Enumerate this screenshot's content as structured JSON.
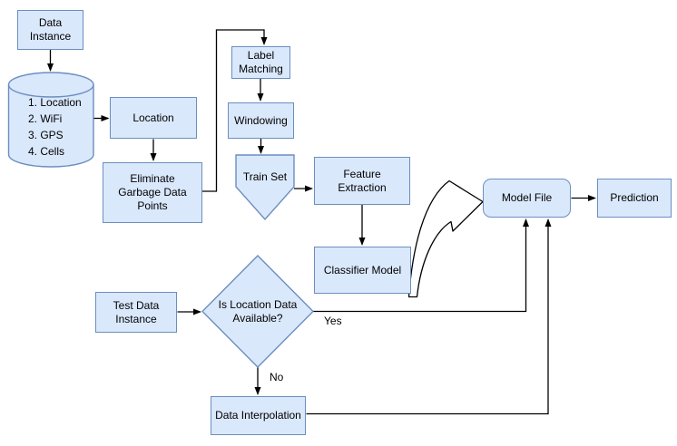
{
  "colors": {
    "node_fill": "#dae8fc",
    "node_stroke": "#6c8ebf",
    "connector": "#000000",
    "arrow_fill": "#ffffff"
  },
  "nodes": {
    "data_instance": "Data\nInstance",
    "location": "Location",
    "eliminate_garbage": "Eliminate\nGarbage Data\nPoints",
    "label_matching": "Label\nMatching",
    "windowing": "Windowing",
    "train_set": "Train Set",
    "feature_extraction": "Feature\nExtraction",
    "classifier_model": "Classifier Model",
    "model_file": "Model File",
    "prediction": "Prediction",
    "test_data_instance": "Test Data\nInstance",
    "decision": "Is Location Data\nAvailable?",
    "data_interpolation": "Data Interpolation"
  },
  "datastore": {
    "items": [
      "1. Location",
      "2. WiFi",
      "3. GPS",
      "4. Cells"
    ]
  },
  "edge_labels": {
    "yes": "Yes",
    "no": "No"
  }
}
